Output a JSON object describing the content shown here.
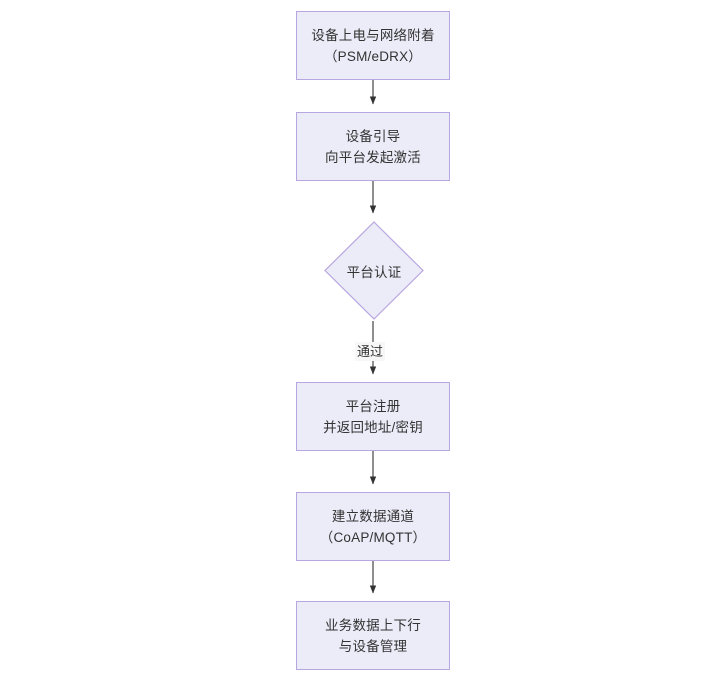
{
  "diagram": {
    "type": "flowchart",
    "orientation": "top-to-bottom",
    "background_color": "#ffffff",
    "node_fill_color": "#ecebf8",
    "node_border_color": "#b8a6e0",
    "text_color": "#333333",
    "edge_color": "#333333",
    "nodes": [
      {
        "id": "power-on",
        "shape": "rectangle",
        "line1": "设备上电与网络附着",
        "line2": "（PSM/eDRX）"
      },
      {
        "id": "bootstrap",
        "shape": "rectangle",
        "line1": "设备引导",
        "line2": "向平台发起激活"
      },
      {
        "id": "auth",
        "shape": "diamond",
        "line1": "平台认证",
        "line2": ""
      },
      {
        "id": "register",
        "shape": "rectangle",
        "line1": "平台注册",
        "line2": "并返回地址/密钥"
      },
      {
        "id": "channel",
        "shape": "rectangle",
        "line1": "建立数据通道",
        "line2": "（CoAP/MQTT）"
      },
      {
        "id": "data",
        "shape": "rectangle",
        "line1": "业务数据上下行",
        "line2": "与设备管理"
      }
    ],
    "edges": [
      {
        "id": "e1",
        "from": "power-on",
        "to": "bootstrap",
        "label": ""
      },
      {
        "id": "e2",
        "from": "bootstrap",
        "to": "auth",
        "label": ""
      },
      {
        "id": "e3",
        "from": "auth",
        "to": "register",
        "label": "通过"
      },
      {
        "id": "e4",
        "from": "register",
        "to": "channel",
        "label": ""
      },
      {
        "id": "e5",
        "from": "channel",
        "to": "data",
        "label": ""
      }
    ]
  }
}
